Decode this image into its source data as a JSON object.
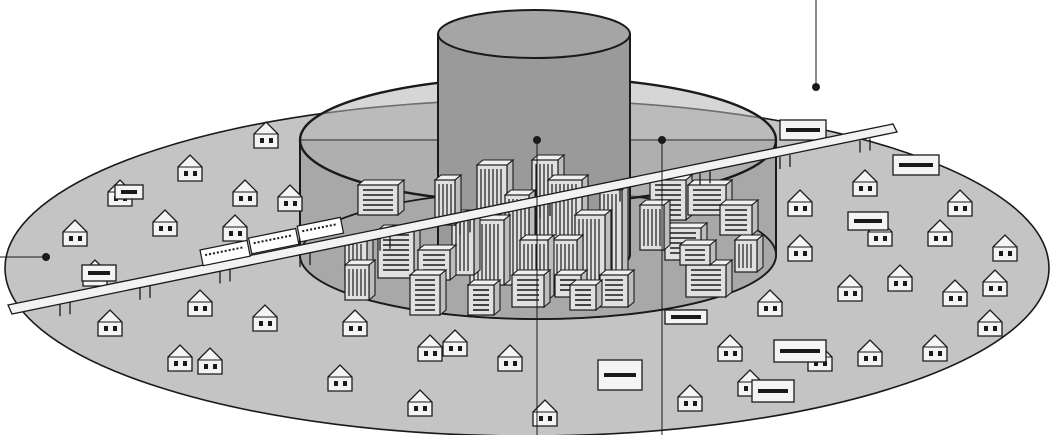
{
  "diagram": {
    "colors": {
      "background": "#ffffff",
      "outer_zone": "#c4c4c4",
      "middle_zone": "#a8a8a8",
      "inner_cylinder": "#9a9a9a",
      "outline": "#1a1a1a",
      "building_fill": "#e0e0e0",
      "house_fill": "#f4f4f4",
      "railway": "#f2f2f2"
    },
    "zones": [
      "outer-suburban-zone",
      "middle-urban-zone",
      "central-high-density-zone"
    ],
    "icons": [
      "house-icon",
      "office-building-icon",
      "train-icon",
      "railway-track",
      "leader-line"
    ],
    "labels": []
  }
}
